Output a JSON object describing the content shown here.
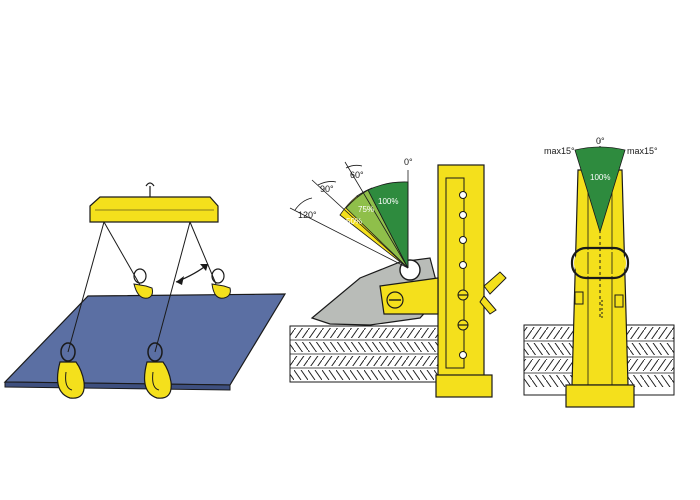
{
  "colors": {
    "yellow": "#f4e01c",
    "plate_blue": "#5b6fa3",
    "green_dark": "#2e8b3e",
    "green_mid": "#8fbf4a",
    "green_light": "#c8dc7a",
    "gray": "#b9bcb8",
    "outline": "#1a1a1a"
  },
  "figure2": {
    "angles": {
      "a120": "120°",
      "a90": "90°",
      "a60": "60°",
      "a0": "0°"
    },
    "sectors": {
      "s100": "100%",
      "s75": "75%",
      "s50": "50%"
    }
  },
  "figure3": {
    "top": "0°",
    "left": "max15°",
    "right": "max15°",
    "sector": "100%"
  }
}
